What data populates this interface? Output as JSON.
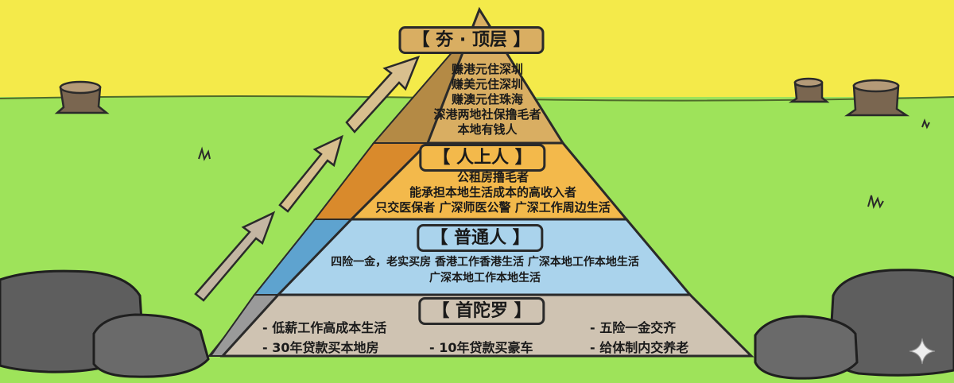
{
  "pyramid": {
    "tier1": {
      "title": "【 夯 · 顶层 】",
      "lines": [
        "赚港元住深圳",
        "赚美元住深圳",
        "赚澳元住珠海",
        "深港两地社保撸毛者",
        "本地有钱人"
      ],
      "color": "#d9ae62"
    },
    "tier2": {
      "title": "【 人上人 】",
      "lines": [
        "公租房撸毛者",
        "能承担本地生活成本的高收入者",
        "只交医保者  广深师医公警  广深工作周边生活"
      ],
      "color": "#f3b94b"
    },
    "tier3": {
      "title": "【 普通人 】",
      "lines": [
        "四险一金，老实买房 香港工作香港生活 广深本地工作本地生活",
        "广深本地工作本地生活"
      ],
      "color": "#aad3ec"
    },
    "tier4": {
      "title": "【 首陀罗 】",
      "items": [
        "- 低薪工作高成本生活",
        "- 五险一金交齐",
        "- 30年贷款买本地房",
        "- 10年贷款买豪车",
        "- 给体制内交养老"
      ],
      "color": "#cfc3b2"
    }
  },
  "colors": {
    "sky": "#f4ea4a",
    "grass": "#9ee35a",
    "stone": "#5e5e5e",
    "stump": "#6b5a46",
    "arrow": "#d8bf8e"
  }
}
